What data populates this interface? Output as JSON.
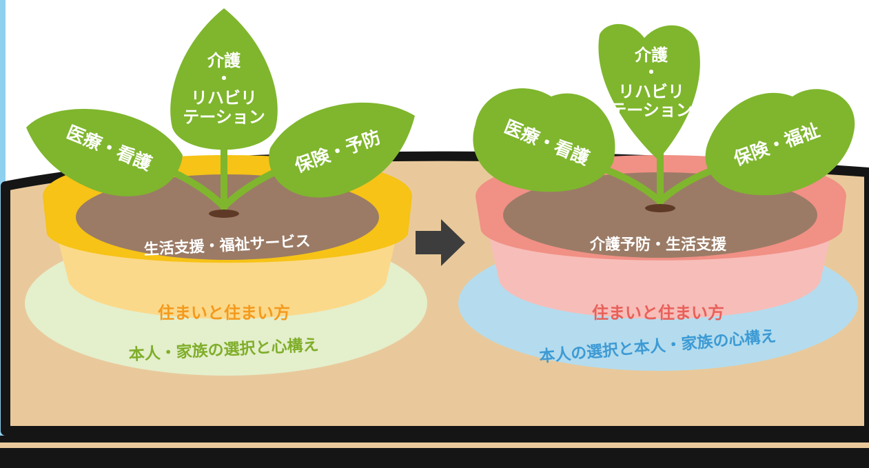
{
  "colors": {
    "background": "#ffffff",
    "left_edge": "#8fd0ef",
    "table_top": "#e9c99b",
    "table_outline": "#151515",
    "leaf": "#7fb62d",
    "leaf_text": "#ffffff",
    "soil": "#9b7b66",
    "arrow": "#3d3d3d"
  },
  "left_pot": {
    "leaves": {
      "left": "医療・看護",
      "center": [
        "介護",
        "・",
        "リハビリ",
        "テーション"
      ],
      "right": "保険・予防"
    },
    "soil_label": "生活支援・福祉サービス",
    "pot_label": "住まいと住まい方",
    "saucer_label": "本人・家族の選択と心構え",
    "colors": {
      "pot_rim": "#f6c316",
      "pot_body": "#fbd98a",
      "pot_text": "#f39a1e",
      "saucer": "#e4efcc",
      "saucer_text": "#7fae2a"
    }
  },
  "right_pot": {
    "leaves": {
      "left": "医療・看護",
      "center": [
        "介護",
        "・",
        "リハビリ",
        "テーション"
      ],
      "right": "保険・福祉"
    },
    "soil_label": "介護予防・生活支援",
    "pot_label": "住まいと住まい方",
    "saucer_label": "本人の選択と本人・家族の心構え",
    "colors": {
      "pot_rim": "#f19085",
      "pot_body": "#f7bdb9",
      "pot_text": "#e8605a",
      "saucer": "#b4dcee",
      "saucer_text": "#3d9ad4"
    }
  }
}
